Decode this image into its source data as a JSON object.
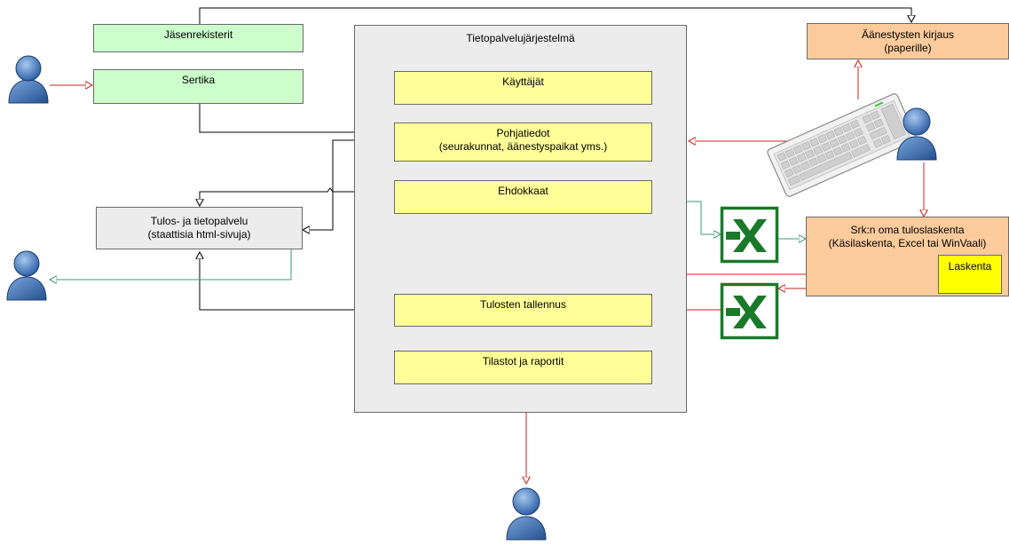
{
  "diagram": {
    "container": {
      "title": "Tietopalvelujärjestelmä"
    },
    "modules": {
      "kayttajat": "Käyttäjät",
      "pohjatiedot_line1": "Pohjatiedot",
      "pohjatiedot_line2": "(seurakunnat, äänestyspaikat yms.)",
      "ehdokkaat": "Ehdokkaat",
      "tulosten_tallennus": "Tulosten tallennus",
      "tilastot": "Tilastot ja raportit"
    },
    "jasenrekisterit": "Jäsenrekisterit",
    "sertika": "Sertika",
    "tulospalvelu_line1": "Tulos- ja tietopalvelu",
    "tulospalvelu_line2": "(staattisia html-sivuja)",
    "aanestysten_line1": "Äänestysten kirjaus",
    "aanestysten_line2": "(paperille)",
    "srkn_line1": "Srk:n oma tuloslaskenta",
    "srkn_line2": "(Käsilaskenta, Excel tai WinVaali)",
    "laskenta": "Laskenta"
  },
  "colors": {
    "green_box": "#ccffcc",
    "yellow_box": "#ffff99",
    "gray_box": "#ececec",
    "orange_box": "#fccb9c",
    "laskenta_box": "#ffff00",
    "red_arrow": "#cc2222",
    "green_arrow": "#3a9a7a",
    "black_arrow": "#000000",
    "user_icon": "#4a7fc0",
    "excel_icon": "#1a7a2a"
  },
  "icons": [
    "user-icon",
    "keyboard-icon",
    "excel-icon"
  ]
}
